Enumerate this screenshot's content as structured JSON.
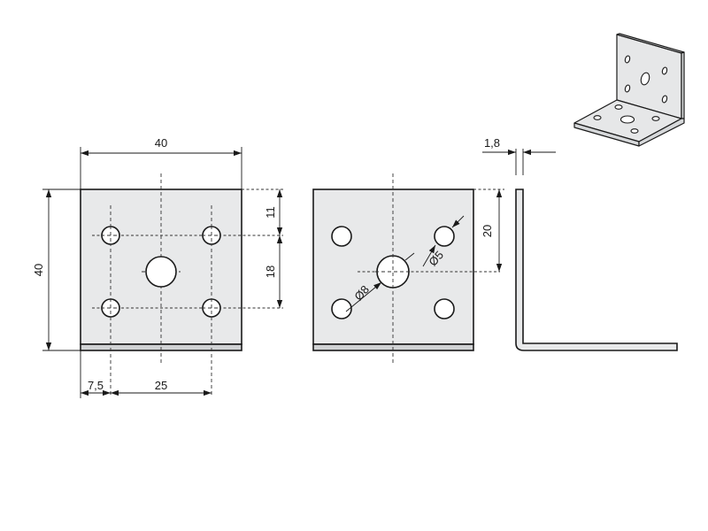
{
  "dimensions": {
    "width_40": "40",
    "height_40": "40",
    "top_11": "11",
    "mid_18": "18",
    "offset_7_5": "7,5",
    "span_25": "25",
    "thickness_1_8": "1,8",
    "right_20": "20",
    "diameter_8": "Ø8",
    "diameter_5": "Ø5"
  }
}
